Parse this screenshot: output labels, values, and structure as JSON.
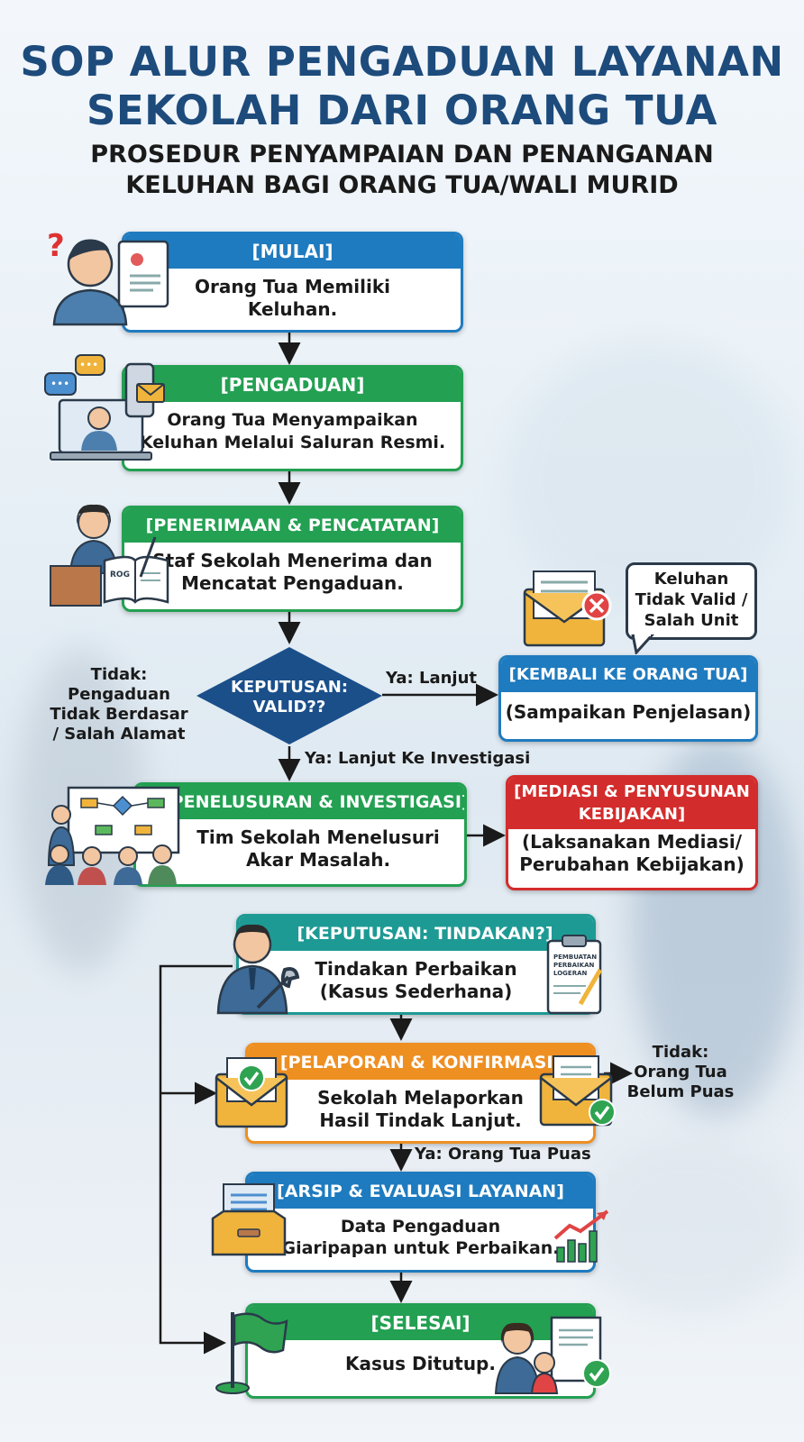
{
  "title_line1": "SOP ALUR PENGADUAN LAYANAN",
  "title_line2": "SEKOLAH DARI ORANG TUA",
  "subtitle_line1": "PROSEDUR PENYAMPAIAN DAN PENANGANAN",
  "subtitle_line2": "KELUHAN BAGI ORANG TUA/WALI MURID",
  "steps": {
    "mulai": {
      "header": "[MULAI]",
      "line1": "Orang Tua Memiliki",
      "line2": "Keluhan."
    },
    "pengaduan": {
      "header": "[PENGADUAN]",
      "line1": "Orang Tua Menyampaikan",
      "line2": "Keluhan Melalui Saluran Resmi."
    },
    "penerimaan": {
      "header": "[PENERIMAAN & PENCATATAN]",
      "line1": "Staf Sekolah Menerima dan",
      "line2": "Mencatat Pengaduan."
    },
    "keputusan_valid": {
      "line1": "KEPUTUSAN:",
      "line2": "VALID??"
    },
    "kembali": {
      "header": "[KEMBALI KE ORANG TUA]",
      "line1": "(Sampaikan Penjelasan)"
    },
    "penelusuran": {
      "header": "[PENELUSURAN & INVESTIGASI]",
      "line1": "Tim Sekolah Menelusuri",
      "line2": "Akar Masalah."
    },
    "mediasi": {
      "header_line1": "[MEDIASI & PENYUSUNAN",
      "header_line2": "KEBIJAKAN]",
      "line1": "(Laksanakan Mediasi/",
      "line2": "Perubahan Kebijakan)"
    },
    "tindakan": {
      "header": "[KEPUTUSAN: TINDAKAN?]",
      "line1": "Tindakan Perbaikan",
      "line2": "(Kasus Sederhana)"
    },
    "pelaporan": {
      "header": "[PELAPORAN & KONFIRMASI]",
      "line1": "Sekolah Melaporkan",
      "line2": "Hasil Tindak Lanjut."
    },
    "arsip": {
      "header": "[ARSIP & EVALUASI LAYANAN]",
      "line1": "Data Pengaduan",
      "line2": "Giaripapan untuk Perbaikan."
    },
    "selesai": {
      "header": "[SELESAI]",
      "line1": "Kasus Ditutup."
    }
  },
  "labels": {
    "tidak_valid": [
      "Tidak:",
      "Pengaduan",
      "Tidak Berdasar",
      "/ Salah Alamat"
    ],
    "ya_lanjut": "Ya: Lanjut",
    "ya_investigasi": "Ya: Lanjut Ke Investigasi",
    "bubble": [
      "Keluhan",
      "Tidak Valid /",
      "Salah Unit"
    ],
    "tidak_puas": [
      "Tidak:",
      "Orang Tua",
      "Belum Puas"
    ],
    "ya_puas": "Ya: Orang Tua Puas",
    "clipboard_text": [
      "PEMBUATAN",
      "PERBAIKAN",
      "LOGERAN"
    ]
  },
  "colors": {
    "title": "#1d4b7c",
    "blue": "#1f7bbf",
    "green": "#23a052",
    "teal": "#1e9a94",
    "orange": "#ee8f22",
    "red": "#d32c2c",
    "diamond": "#1a4f8a"
  },
  "icons": [
    "confused-parent-icon",
    "document-icon",
    "chat-bubbles-icon",
    "laptop-user-icon",
    "phone-mail-icon",
    "staff-desk-icon",
    "open-book-icon",
    "rejected-envelope-icon",
    "team-meeting-icon",
    "technician-wrench-icon",
    "clipboard-icon",
    "envelope-check-icon",
    "envelope-document-icon",
    "file-drawer-icon",
    "growth-chart-icon",
    "flag-icon",
    "parent-child-icon",
    "approved-document-icon"
  ]
}
